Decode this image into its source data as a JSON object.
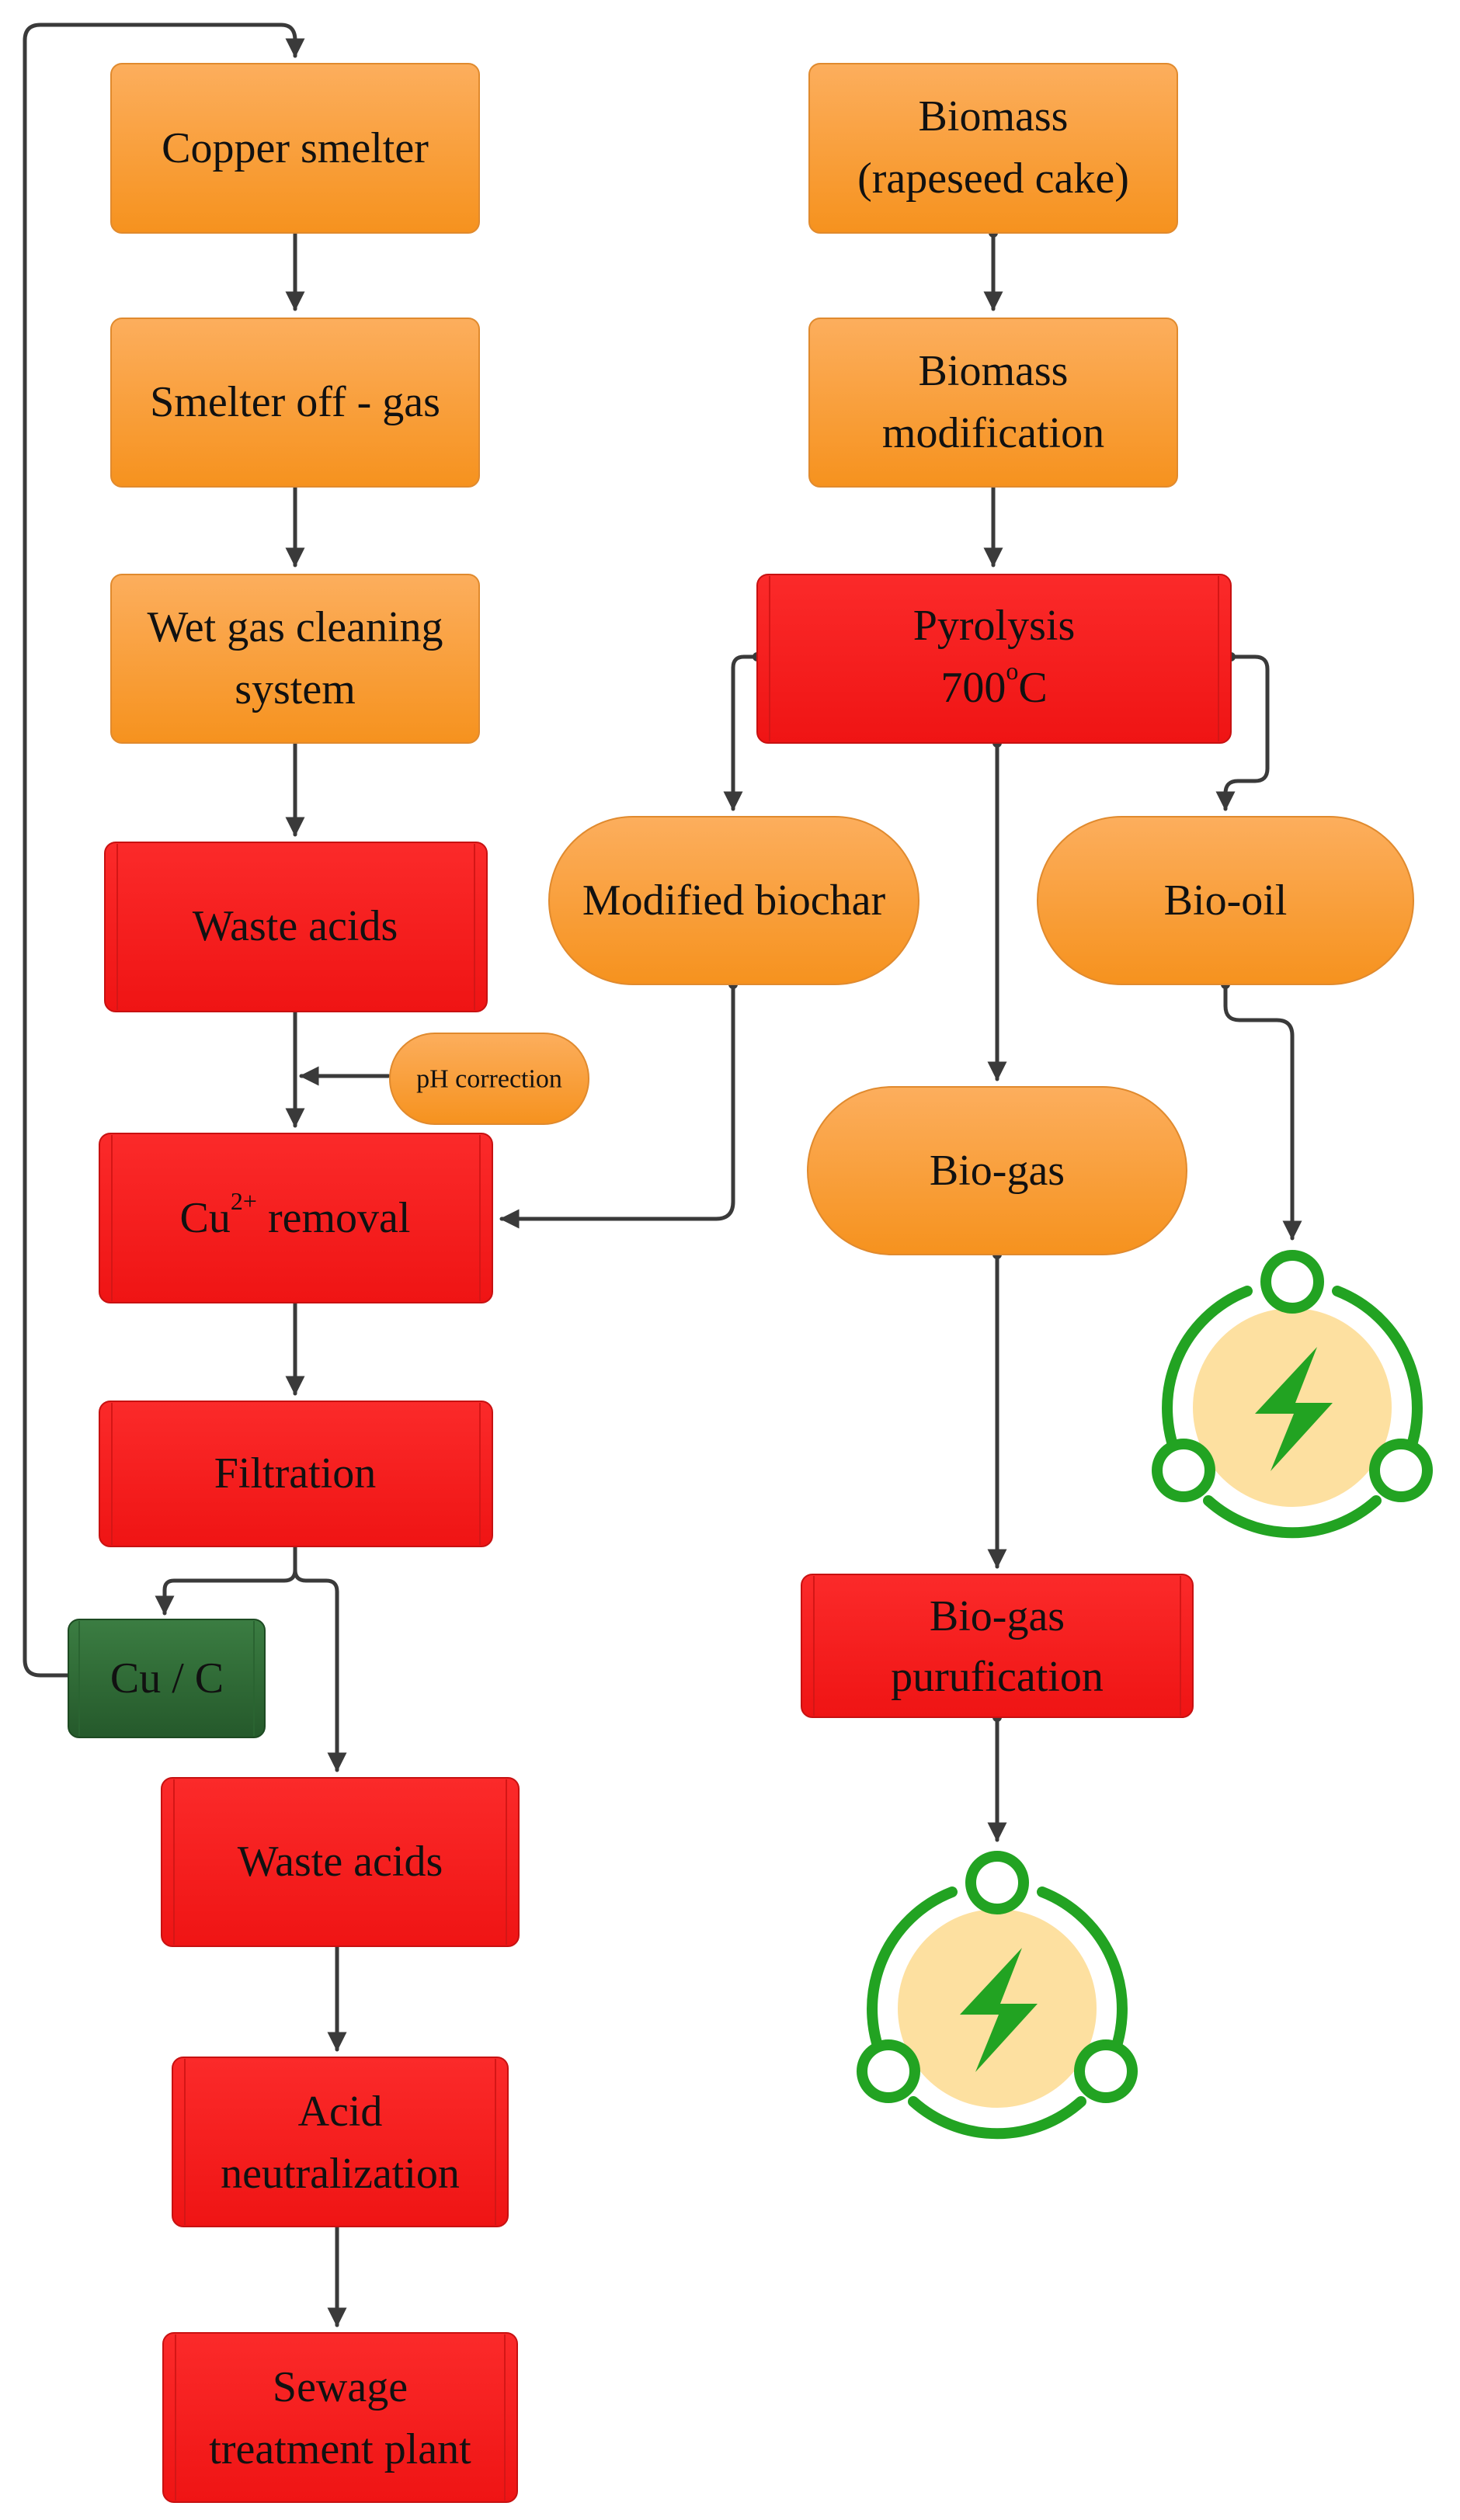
{
  "colors": {
    "orange": "#fba24a",
    "orange_dark": "#f6901f",
    "red": "#f71d1d",
    "red_dark": "#e31515",
    "green": "#2e6b35",
    "energy_ring": "#22a322",
    "energy_fill": "#fde0a0",
    "connector": "#3a3a3a"
  },
  "nodes": {
    "copper_smelter": {
      "label": "Copper smelter"
    },
    "smelter_off_gas": {
      "label": "Smelter off - gas"
    },
    "wet_gas_cleaning": {
      "line1": "Wet gas cleaning",
      "line2": "system"
    },
    "waste_acids_1": {
      "label": "Waste acids"
    },
    "ph_correction": {
      "label": "pH correction"
    },
    "cu_removal": {
      "base": "Cu",
      "superscript": "2+",
      "rest": " removal"
    },
    "filtration": {
      "label": "Filtration"
    },
    "cu_c": {
      "label": "Cu / C"
    },
    "waste_acids_2": {
      "label": "Waste acids"
    },
    "acid_neutralization": {
      "line1": "Acid",
      "line2": "neutralization"
    },
    "sewage_treatment": {
      "line1": "Sewage",
      "line2": "treatment plant"
    },
    "biomass": {
      "line1": "Biomass",
      "line2": "(rapeseed cake)"
    },
    "biomass_modification": {
      "line1": "Biomass",
      "line2": "modification"
    },
    "pyrolysis": {
      "line1": "Pyrolysis",
      "line2_base": "700",
      "line2_sup": "o",
      "line2_rest": "C"
    },
    "modified_biochar": {
      "label": "Modified biochar"
    },
    "bio_oil": {
      "label": "Bio-oil"
    },
    "bio_gas": {
      "label": "Bio-gas"
    },
    "bio_gas_purification": {
      "line1": "Bio-gas",
      "line2": "purufication"
    }
  },
  "icons": {
    "energy_oil": "energy-icon",
    "energy_gas": "energy-icon"
  }
}
